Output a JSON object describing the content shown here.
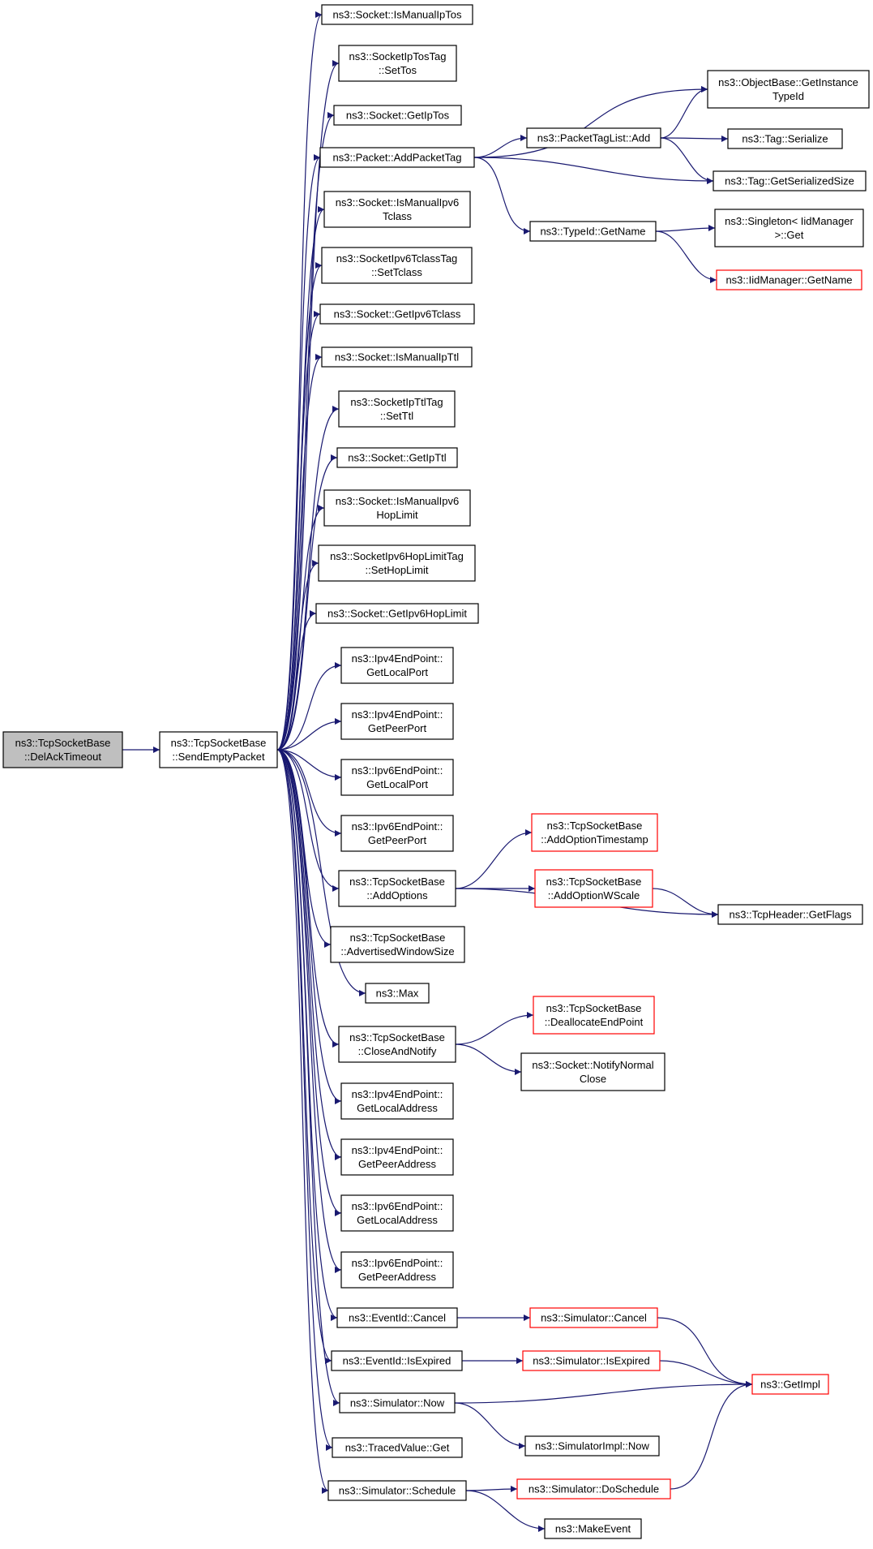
{
  "colors": {
    "edge": "#191970",
    "box_border_default": "#000000",
    "box_border_truncated": "#ff0000",
    "box_fill_default": "#ffffff",
    "box_fill_root": "#bfbfbf"
  },
  "nodes": [
    {
      "id": "root",
      "lines": [
        "ns3::TcpSocketBase",
        "::DelAckTimeout"
      ],
      "style": "root"
    },
    {
      "id": "send",
      "lines": [
        "ns3::TcpSocketBase",
        "::SendEmptyPacket"
      ],
      "style": "default"
    },
    {
      "id": "ismanualiptos",
      "lines": [
        "ns3::Socket::IsManualIpTos"
      ],
      "style": "default"
    },
    {
      "id": "settos",
      "lines": [
        "ns3::SocketIpTosTag",
        "::SetTos"
      ],
      "style": "default"
    },
    {
      "id": "getiptos",
      "lines": [
        "ns3::Socket::GetIpTos"
      ],
      "style": "default"
    },
    {
      "id": "addpackettag",
      "lines": [
        "ns3::Packet::AddPacketTag"
      ],
      "style": "default"
    },
    {
      "id": "ismanualipv6tclass",
      "lines": [
        "ns3::Socket::IsManualIpv6",
        "Tclass"
      ],
      "style": "default"
    },
    {
      "id": "settclass",
      "lines": [
        "ns3::SocketIpv6TclassTag",
        "::SetTclass"
      ],
      "style": "default"
    },
    {
      "id": "getipv6tclass",
      "lines": [
        "ns3::Socket::GetIpv6Tclass"
      ],
      "style": "default"
    },
    {
      "id": "ismanualipttl",
      "lines": [
        "ns3::Socket::IsManualIpTtl"
      ],
      "style": "default"
    },
    {
      "id": "setttl",
      "lines": [
        "ns3::SocketIpTtlTag",
        "::SetTtl"
      ],
      "style": "default"
    },
    {
      "id": "getipttl",
      "lines": [
        "ns3::Socket::GetIpTtl"
      ],
      "style": "default"
    },
    {
      "id": "ismanualipv6hoplimit",
      "lines": [
        "ns3::Socket::IsManualIpv6",
        "HopLimit"
      ],
      "style": "default"
    },
    {
      "id": "sethoplimit",
      "lines": [
        "ns3::SocketIpv6HopLimitTag",
        "::SetHopLimit"
      ],
      "style": "default"
    },
    {
      "id": "getipv6hoplimit",
      "lines": [
        "ns3::Socket::GetIpv6HopLimit"
      ],
      "style": "default"
    },
    {
      "id": "ipv4getlocalport",
      "lines": [
        "ns3::Ipv4EndPoint::",
        "GetLocalPort"
      ],
      "style": "default"
    },
    {
      "id": "ipv4getpeerport",
      "lines": [
        "ns3::Ipv4EndPoint::",
        "GetPeerPort"
      ],
      "style": "default"
    },
    {
      "id": "ipv6getlocalport",
      "lines": [
        "ns3::Ipv6EndPoint::",
        "GetLocalPort"
      ],
      "style": "default"
    },
    {
      "id": "ipv6getpeerport",
      "lines": [
        "ns3::Ipv6EndPoint::",
        "GetPeerPort"
      ],
      "style": "default"
    },
    {
      "id": "addoptions",
      "lines": [
        "ns3::TcpSocketBase",
        "::AddOptions"
      ],
      "style": "default"
    },
    {
      "id": "advwindow",
      "lines": [
        "ns3::TcpSocketBase",
        "::AdvertisedWindowSize"
      ],
      "style": "default"
    },
    {
      "id": "max",
      "lines": [
        "ns3::Max"
      ],
      "style": "default"
    },
    {
      "id": "closeandnotify",
      "lines": [
        "ns3::TcpSocketBase",
        "::CloseAndNotify"
      ],
      "style": "default"
    },
    {
      "id": "ipv4getlocaladdr",
      "lines": [
        "ns3::Ipv4EndPoint::",
        "GetLocalAddress"
      ],
      "style": "default"
    },
    {
      "id": "ipv4getpeeraddr",
      "lines": [
        "ns3::Ipv4EndPoint::",
        "GetPeerAddress"
      ],
      "style": "default"
    },
    {
      "id": "ipv6getlocaladdr",
      "lines": [
        "ns3::Ipv6EndPoint::",
        "GetLocalAddress"
      ],
      "style": "default"
    },
    {
      "id": "ipv6getpeeraddr",
      "lines": [
        "ns3::Ipv6EndPoint::",
        "GetPeerAddress"
      ],
      "style": "default"
    },
    {
      "id": "eventcancel",
      "lines": [
        "ns3::EventId::Cancel"
      ],
      "style": "default"
    },
    {
      "id": "eventisexpired",
      "lines": [
        "ns3::EventId::IsExpired"
      ],
      "style": "default"
    },
    {
      "id": "simnow",
      "lines": [
        "ns3::Simulator::Now"
      ],
      "style": "default"
    },
    {
      "id": "tracedget",
      "lines": [
        "ns3::TracedValue::Get"
      ],
      "style": "default"
    },
    {
      "id": "simschedule",
      "lines": [
        "ns3::Simulator::Schedule"
      ],
      "style": "default"
    },
    {
      "id": "getinstancetypeid",
      "lines": [
        "ns3::ObjectBase::GetInstance",
        "TypeId"
      ],
      "style": "default"
    },
    {
      "id": "packettaglistadd",
      "lines": [
        "ns3::PacketTagList::Add"
      ],
      "style": "default"
    },
    {
      "id": "tagserialize",
      "lines": [
        "ns3::Tag::Serialize"
      ],
      "style": "default"
    },
    {
      "id": "taggetserializedsize",
      "lines": [
        "ns3::Tag::GetSerializedSize"
      ],
      "style": "default"
    },
    {
      "id": "typeidgetname",
      "lines": [
        "ns3::TypeId::GetName"
      ],
      "style": "default"
    },
    {
      "id": "singletonget",
      "lines": [
        "ns3::Singleton< IidManager",
        ">::Get"
      ],
      "style": "default"
    },
    {
      "id": "iidgetname",
      "lines": [
        "ns3::IidManager::GetName"
      ],
      "style": "truncated"
    },
    {
      "id": "addoptiontimestamp",
      "lines": [
        "ns3::TcpSocketBase",
        "::AddOptionTimestamp"
      ],
      "style": "truncated"
    },
    {
      "id": "addoptionwscale",
      "lines": [
        "ns3::TcpSocketBase",
        "::AddOptionWScale"
      ],
      "style": "truncated"
    },
    {
      "id": "tcpheadergetflags",
      "lines": [
        "ns3::TcpHeader::GetFlags"
      ],
      "style": "default"
    },
    {
      "id": "deallocateendpoint",
      "lines": [
        "ns3::TcpSocketBase",
        "::DeallocateEndPoint"
      ],
      "style": "truncated"
    },
    {
      "id": "notifynormalclose",
      "lines": [
        "ns3::Socket::NotifyNormal",
        "Close"
      ],
      "style": "default"
    },
    {
      "id": "simcancel",
      "lines": [
        "ns3::Simulator::Cancel"
      ],
      "style": "truncated"
    },
    {
      "id": "simisexpired",
      "lines": [
        "ns3::Simulator::IsExpired"
      ],
      "style": "truncated"
    },
    {
      "id": "getimpl",
      "lines": [
        "ns3::GetImpl"
      ],
      "style": "truncated"
    },
    {
      "id": "simimplnow",
      "lines": [
        "ns3::SimulatorImpl::Now"
      ],
      "style": "default"
    },
    {
      "id": "simdoschedule",
      "lines": [
        "ns3::Simulator::DoSchedule"
      ],
      "style": "truncated"
    },
    {
      "id": "makeevent",
      "lines": [
        "ns3::MakeEvent"
      ],
      "style": "default"
    }
  ],
  "edges": [
    [
      "root",
      "send"
    ],
    [
      "send",
      "ismanualiptos"
    ],
    [
      "send",
      "settos"
    ],
    [
      "send",
      "getiptos"
    ],
    [
      "send",
      "addpackettag"
    ],
    [
      "send",
      "ismanualipv6tclass"
    ],
    [
      "send",
      "settclass"
    ],
    [
      "send",
      "getipv6tclass"
    ],
    [
      "send",
      "ismanualipttl"
    ],
    [
      "send",
      "setttl"
    ],
    [
      "send",
      "getipttl"
    ],
    [
      "send",
      "ismanualipv6hoplimit"
    ],
    [
      "send",
      "sethoplimit"
    ],
    [
      "send",
      "getipv6hoplimit"
    ],
    [
      "send",
      "ipv4getlocalport"
    ],
    [
      "send",
      "ipv4getpeerport"
    ],
    [
      "send",
      "ipv6getlocalport"
    ],
    [
      "send",
      "ipv6getpeerport"
    ],
    [
      "send",
      "addoptions"
    ],
    [
      "send",
      "advwindow"
    ],
    [
      "send",
      "max"
    ],
    [
      "send",
      "closeandnotify"
    ],
    [
      "send",
      "ipv4getlocaladdr"
    ],
    [
      "send",
      "ipv4getpeeraddr"
    ],
    [
      "send",
      "ipv6getlocaladdr"
    ],
    [
      "send",
      "ipv6getpeeraddr"
    ],
    [
      "send",
      "eventcancel"
    ],
    [
      "send",
      "eventisexpired"
    ],
    [
      "send",
      "simnow"
    ],
    [
      "send",
      "tracedget"
    ],
    [
      "send",
      "simschedule"
    ],
    [
      "addpackettag",
      "getinstancetypeid"
    ],
    [
      "addpackettag",
      "packettaglistadd"
    ],
    [
      "addpackettag",
      "taggetserializedsize"
    ],
    [
      "addpackettag",
      "typeidgetname"
    ],
    [
      "packettaglistadd",
      "getinstancetypeid"
    ],
    [
      "packettaglistadd",
      "tagserialize"
    ],
    [
      "packettaglistadd",
      "taggetserializedsize"
    ],
    [
      "typeidgetname",
      "singletonget"
    ],
    [
      "typeidgetname",
      "iidgetname"
    ],
    [
      "addoptions",
      "addoptiontimestamp"
    ],
    [
      "addoptions",
      "addoptionwscale"
    ],
    [
      "addoptions",
      "tcpheadergetflags"
    ],
    [
      "addoptionwscale",
      "tcpheadergetflags"
    ],
    [
      "closeandnotify",
      "deallocateendpoint"
    ],
    [
      "closeandnotify",
      "notifynormalclose"
    ],
    [
      "eventcancel",
      "simcancel"
    ],
    [
      "simcancel",
      "getimpl"
    ],
    [
      "eventisexpired",
      "simisexpired"
    ],
    [
      "simisexpired",
      "getimpl"
    ],
    [
      "simnow",
      "getimpl"
    ],
    [
      "simnow",
      "simimplnow"
    ],
    [
      "simschedule",
      "simdoschedule"
    ],
    [
      "simschedule",
      "makeevent"
    ],
    [
      "simdoschedule",
      "getimpl"
    ]
  ]
}
